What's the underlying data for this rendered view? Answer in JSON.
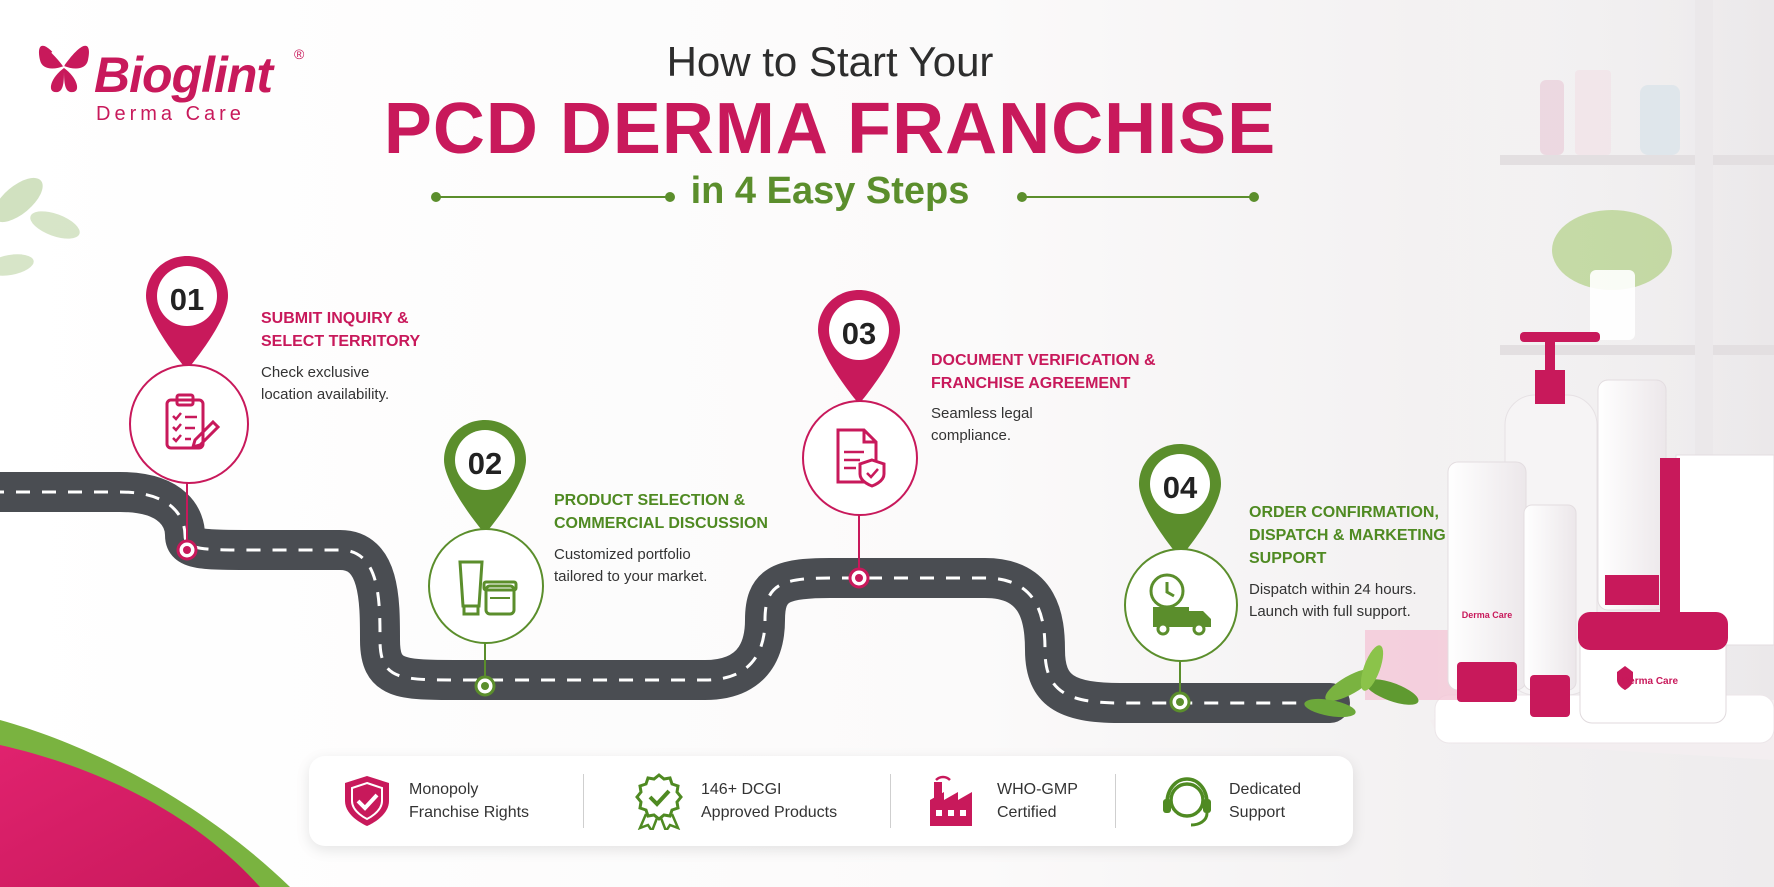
{
  "brand": {
    "name": "Bioglint",
    "registered_mark": "®",
    "tagline": "Derma Care",
    "accent_color": "#c8195b",
    "secondary_color": "#5b8e2c"
  },
  "headline": {
    "line1": "How to Start Your",
    "line2": "PCD DERMA FRANCHISE",
    "line3": "in 4 Easy Steps"
  },
  "steps": [
    {
      "number": "01",
      "title_line1": "SUBMIT INQUIRY &",
      "title_line2": "SELECT TERRITORY",
      "desc_line1": "Check exclusive",
      "desc_line2": "location availability.",
      "icon": "clipboard-pen-icon",
      "color": "#c8195b"
    },
    {
      "number": "02",
      "title_line1": "PRODUCT SELECTION &",
      "title_line2": "COMMERCIAL DISCUSSION",
      "desc_line1": "Customized portfolio",
      "desc_line2": "tailored to your market.",
      "icon": "cream-tube-jar-icon",
      "color": "#5b8e2c"
    },
    {
      "number": "03",
      "title_line1": "DOCUMENT VERIFICATION &",
      "title_line2": "FRANCHISE AGREEMENT",
      "desc_line1": "Seamless legal",
      "desc_line2": "compliance.",
      "icon": "document-shield-icon",
      "color": "#c8195b"
    },
    {
      "number": "04",
      "title_line1": "ORDER CONFIRMATION,",
      "title_line2": "DISPATCH & MARKETING",
      "title_line3": "SUPPORT",
      "desc_line1": "Dispatch within 24 hours.",
      "desc_line2": "Launch with full support.",
      "icon": "delivery-truck-clock-icon",
      "color": "#5b8e2c"
    }
  ],
  "features": [
    {
      "line1": "Monopoly",
      "line2": "Franchise Rights",
      "icon": "shield-check-icon"
    },
    {
      "line1": "146+ DCGI",
      "line2": "Approved Products",
      "icon": "award-badge-icon"
    },
    {
      "line1": "WHO-GMP",
      "line2": "Certified",
      "icon": "factory-icon"
    },
    {
      "line1": "Dedicated",
      "line2": "Support",
      "icon": "headset-icon"
    }
  ],
  "products": {
    "label": "Derma Care"
  }
}
